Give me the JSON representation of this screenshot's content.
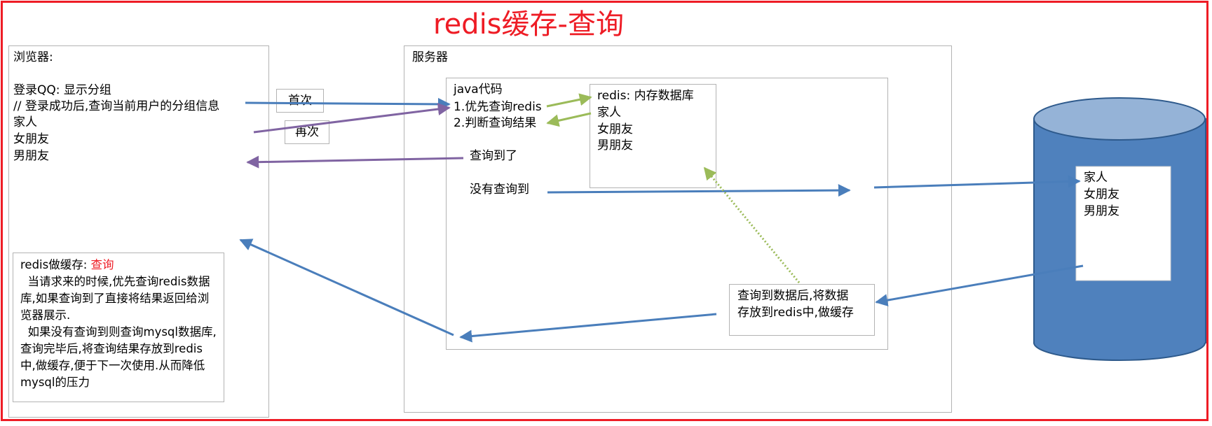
{
  "title": "redis缓存-查询",
  "browser": {
    "heading": "浏览器:",
    "lines": [
      "登录QQ: 显示分组",
      "// 登录成功后,查询当前用户的分组信息",
      "家人",
      "女朋友",
      "男朋友"
    ]
  },
  "labels": {
    "first": "首次",
    "again": "再次"
  },
  "server": {
    "heading": "服务器",
    "java_title": "java代码",
    "step1": "1.优先查询redis",
    "step2": "2.判断查询结果",
    "found": "查询到了",
    "not_found": "没有查询到",
    "save_note_line1": "查询到数据后,将数据",
    "save_note_line2": "存放到redis中,做缓存"
  },
  "redis": {
    "title": "redis: 内存数据库",
    "items": [
      "家人",
      "女朋友",
      "男朋友"
    ]
  },
  "database": {
    "items": [
      "家人",
      "女朋友",
      "男朋友"
    ],
    "colors": {
      "body": "#4f81bd",
      "top": "#95b3d7",
      "outline": "#2e5a8c"
    }
  },
  "note": {
    "heading_prefix": "redis做缓存: ",
    "heading_highlight": "查询",
    "para1": "  当请求来的时候,优先查询redis数据库,如果查询到了直接将结果返回给浏览器展示.",
    "para2": "  如果没有查询到则查询mysql数据库,查询完毕后,将查询结果存放到redis中,做缓存,便于下一次使用.从而降低mysql的压力"
  },
  "colors": {
    "frame": "#ee1c25",
    "blue_arrow": "#4a7ebb",
    "purple_arrow": "#8064a2",
    "green_arrow": "#9bbb59"
  }
}
